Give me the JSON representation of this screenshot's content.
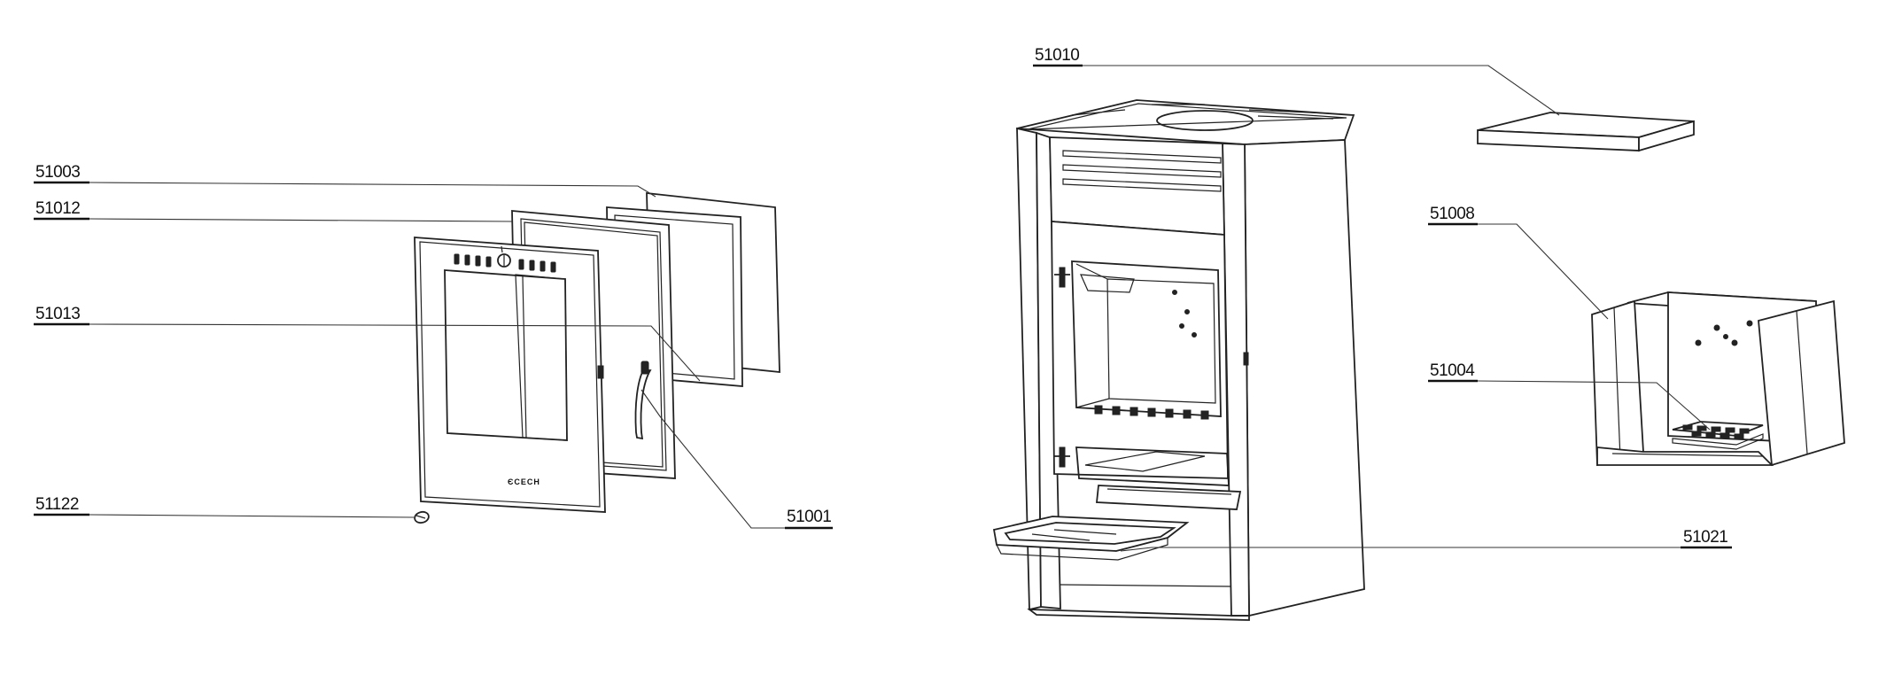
{
  "diagram": {
    "part_labels": {
      "p51003": "51003",
      "p51012": "51012",
      "p51013": "51013",
      "p51122": "51122",
      "p51001": "51001",
      "p51010": "51010",
      "p51008": "51008",
      "p51004": "51004",
      "p51021": "51021"
    },
    "door_logo": "ЄCECH"
  }
}
